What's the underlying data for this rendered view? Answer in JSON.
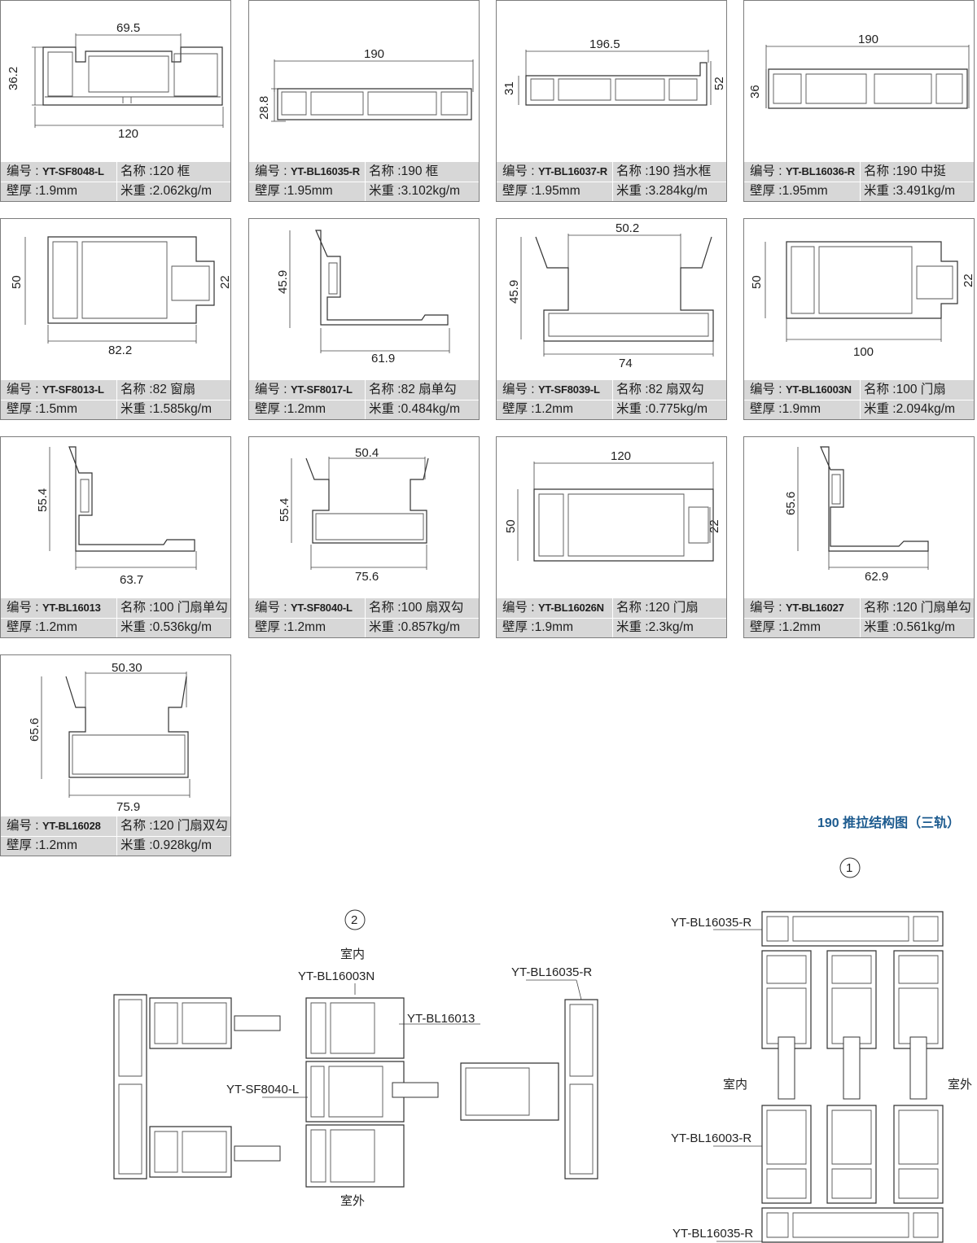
{
  "labels": {
    "code": "编号 :",
    "name": "名称 :",
    "thickness": "壁厚 :",
    "weight": "米重 :"
  },
  "profiles": [
    {
      "code": "YT-SF8048-L",
      "name": "120 框",
      "thickness": "1.9mm",
      "weight": "2.062kg/m",
      "dims": [
        "69.5",
        "36.2",
        "120"
      ]
    },
    {
      "code": "YT-BL16035-R",
      "name": "190 框",
      "thickness": "1.95mm",
      "weight": "3.102kg/m",
      "dims": [
        "190",
        "28.8"
      ]
    },
    {
      "code": "YT-BL16037-R",
      "name": "190 挡水框",
      "thickness": "1.95mm",
      "weight": "3.284kg/m",
      "dims": [
        "196.5",
        "31",
        "52"
      ]
    },
    {
      "code": "YT-BL16036-R",
      "name": "190 中挺",
      "thickness": "1.95mm",
      "weight": "3.491kg/m",
      "dims": [
        "190",
        "36"
      ]
    },
    {
      "code": "YT-SF8013-L",
      "name": "82 窗扇",
      "thickness": "1.5mm",
      "weight": "1.585kg/m",
      "dims": [
        "50",
        "22",
        "82.2"
      ]
    },
    {
      "code": "YT-SF8017-L",
      "name": "82 扇单勾",
      "thickness": "1.2mm",
      "weight": "0.484kg/m",
      "dims": [
        "45.9",
        "61.9"
      ]
    },
    {
      "code": "YT-SF8039-L",
      "name": "82 扇双勾",
      "thickness": "1.2mm",
      "weight": "0.775kg/m",
      "dims": [
        "50.2",
        "45.9",
        "74"
      ]
    },
    {
      "code": "YT-BL16003N",
      "name": "100 门扇",
      "thickness": "1.9mm",
      "weight": "2.094kg/m",
      "dims": [
        "50",
        "22",
        "100"
      ]
    },
    {
      "code": "YT-BL16013",
      "name": "100 门扇单勾",
      "thickness": "1.2mm",
      "weight": "0.536kg/m",
      "dims": [
        "55.4",
        "63.7"
      ]
    },
    {
      "code": "YT-SF8040-L",
      "name": "100 扇双勾",
      "thickness": "1.2mm",
      "weight": "0.857kg/m",
      "dims": [
        "50.4",
        "55.4",
        "75.6"
      ]
    },
    {
      "code": "YT-BL16026N",
      "name": "120 门扇",
      "thickness": "1.9mm",
      "weight": "2.3kg/m",
      "dims": [
        "120",
        "50",
        "22"
      ]
    },
    {
      "code": "YT-BL16027",
      "name": "120 门扇单勾",
      "thickness": "1.2mm",
      "weight": "0.561kg/m",
      "dims": [
        "65.6",
        "62.9"
      ]
    },
    {
      "code": "YT-BL16028",
      "name": "120 门扇双勾",
      "thickness": "1.2mm",
      "weight": "0.928kg/m",
      "dims": [
        "50.30",
        "65.6",
        "75.9"
      ]
    }
  ],
  "structure": {
    "title": "190 推拉结构图（三轨）",
    "diagram2": {
      "marker": "2",
      "indoor": "室内",
      "outdoor": "室外",
      "labels": [
        "YT-BL16003N",
        "YT-BL16035-R",
        "YT-BL16013",
        "YT-SF8040-L"
      ]
    },
    "diagram1": {
      "marker": "1",
      "indoor": "室内",
      "outdoor": "室外",
      "labels": [
        "YT-BL16035-R",
        "YT-BL16003-R",
        "YT-BL16035-R"
      ]
    }
  }
}
